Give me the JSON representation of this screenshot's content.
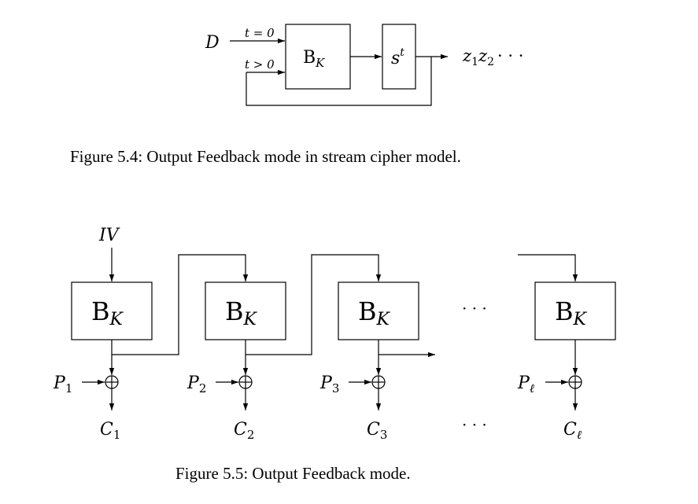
{
  "figure_5_4": {
    "caption": "Figure 5.4: Output Feedback mode in stream cipher model.",
    "input_label": "D",
    "cond_first": "t = 0",
    "cond_later": "t > 0",
    "block_main": "B",
    "block_sub": "K",
    "state_main": "s",
    "state_sup": "t",
    "output_text": "z",
    "output_sub_1": "1",
    "output_sub_2": "2",
    "output_dots": "· · ·"
  },
  "figure_5_5": {
    "caption": "Figure 5.5: Output Feedback mode.",
    "iv_label": "IV",
    "block_main": "B",
    "block_sub": "K",
    "plain_letter": "P",
    "cipher_letter": "C",
    "stages": [
      {
        "sub": "1"
      },
      {
        "sub": "2"
      },
      {
        "sub": "3"
      },
      {
        "sub": "ℓ"
      }
    ],
    "dots_blocks": "· · ·",
    "dots_cipher": "· · ·"
  }
}
